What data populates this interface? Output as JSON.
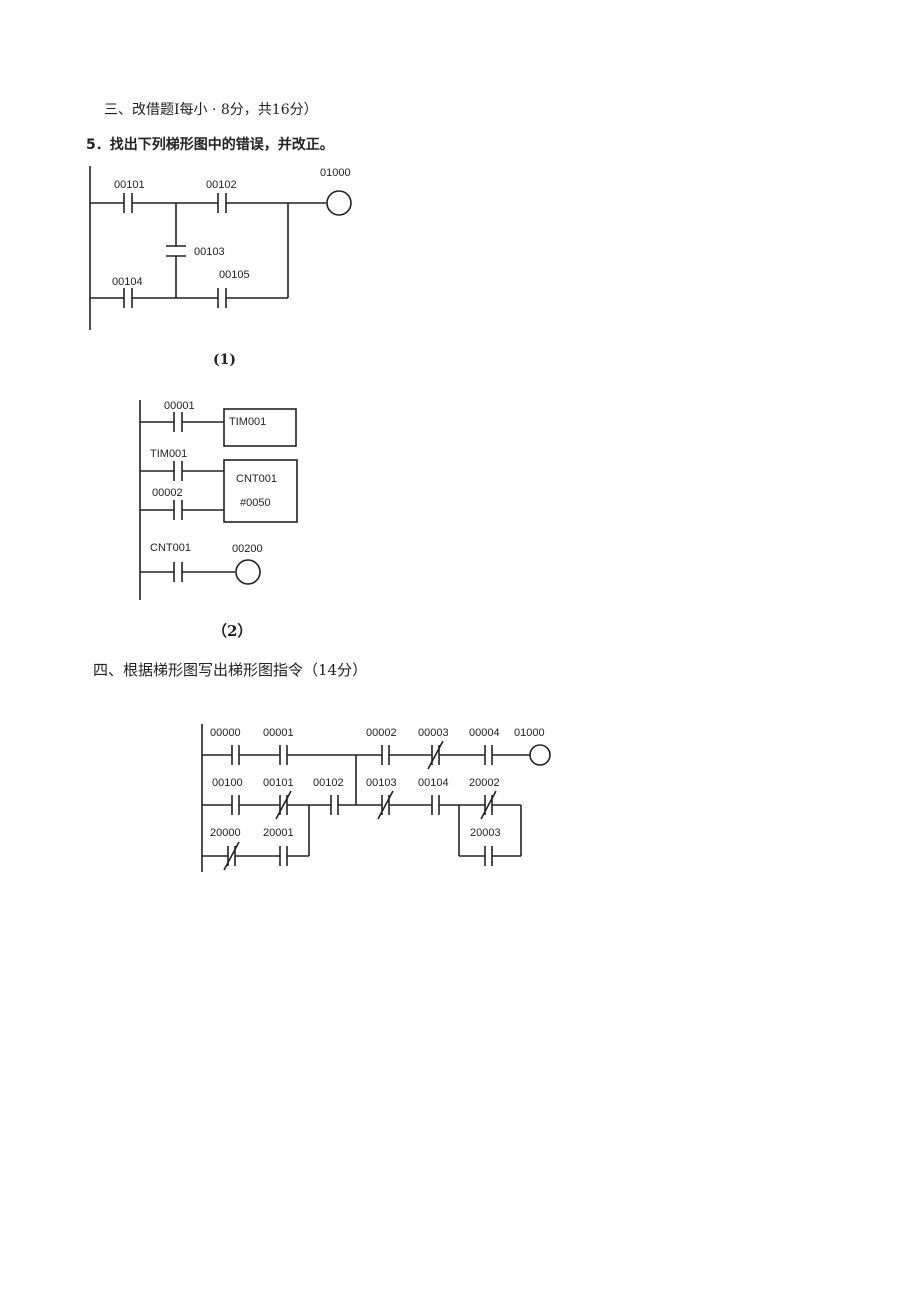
{
  "section3": {
    "heading": "三、改借题I每小 · 8分，共16分）"
  },
  "question5": {
    "text": "5．找出下列梯形图中的错误，并改正。"
  },
  "diagram1": {
    "caption": "(1)",
    "labels": {
      "c00101": "00101",
      "c00102": "00102",
      "c00103": "00103",
      "c00104": "00104",
      "c00105": "00105",
      "out": "01000"
    }
  },
  "diagram2": {
    "caption": "（2）",
    "labels": {
      "c00001": "00001",
      "tim_contact": "TIM001",
      "c00002": "00002",
      "cnt_contact": "CNT001",
      "out": "00200"
    },
    "tim_box": "TIM001",
    "cnt_box_line1": "CNT001",
    "cnt_box_line2": "#0050"
  },
  "section4": {
    "heading": "四、根据梯形图写出梯形图指令（14分）"
  },
  "diagram3": {
    "labels": {
      "c00000": "00000",
      "c00001": "00001",
      "c00002": "00002",
      "c00003": "00003",
      "c00004": "00004",
      "out": "01000",
      "c00100": "00100",
      "c00101": "00101",
      "c00102": "00102",
      "c00103": "00103",
      "c00104": "00104",
      "c20002": "20002",
      "c20000": "20000",
      "c20001": "20001",
      "c20003": "20003"
    }
  }
}
